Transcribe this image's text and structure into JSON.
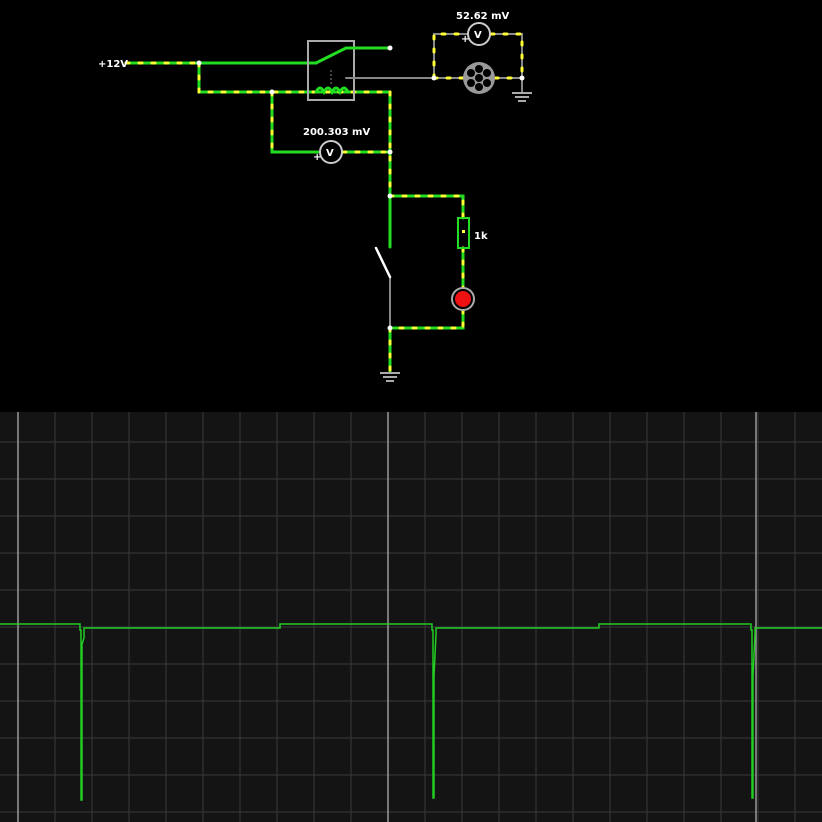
{
  "circuit": {
    "source_label": "+12V",
    "voltmeter_top_reading": "52.62 mV",
    "voltmeter_mid_reading": "200.303 mV",
    "resistor_label": "1k",
    "voltmeter_symbol": "V",
    "plus_symbol": "+"
  },
  "scope": {
    "trace_color": "#22cc22",
    "grid_color": "#3a3a3a",
    "cursor_color": "#9a9a9a"
  }
}
